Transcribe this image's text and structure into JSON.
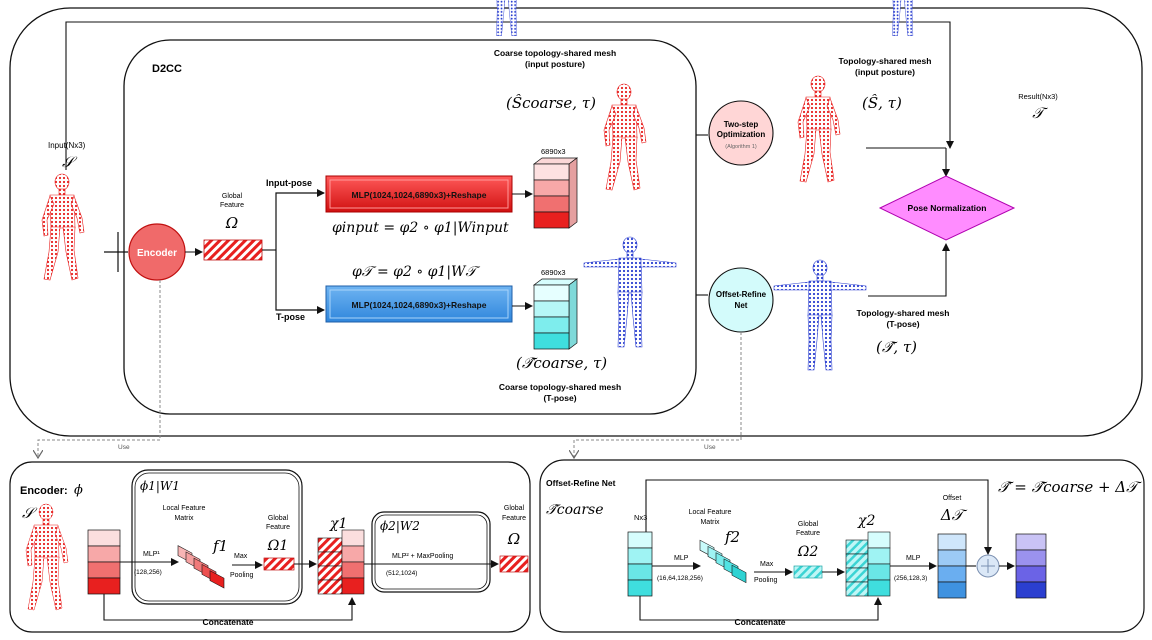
{
  "colors": {
    "red": "#e8201f",
    "red_light": "#f7b5b5",
    "blue": "#3f92e0",
    "blue_dark": "#2b3fd0",
    "cyan": "#50e3e3",
    "cyan_light": "#c8fbfb",
    "violet": "#6b63e6",
    "magenta": "#ff8cff"
  },
  "top": {
    "d2cc": "D2CC",
    "input_label": "Input(Nx3)",
    "input_symbol": "𝒮",
    "global_feature": [
      "Global",
      "Feature"
    ],
    "omega": "Ω",
    "encoder": "Encoder",
    "input_pose": "Input-pose",
    "t_pose": "T-pose",
    "mlp_input": "MLP(1024,1024,6890x3)+Reshape",
    "mlp_t": "MLP(1024,1024,6890x3)+Reshape",
    "phi_input": "φinput = φ2 ∘ φ1|Winput",
    "phi_t": "φ𝒯 = φ2 ∘ φ1|W𝒯",
    "size_a": "6890x3",
    "size_b": "6890x3",
    "coarse_input_title": [
      "Coarse topology-shared mesh",
      "(input posture)"
    ],
    "coarse_input_sym": "(Ŝcoarse, τ)",
    "coarse_t_sym": "(𝒯̂coarse, τ)",
    "coarse_t_title": [
      "Coarse topology-shared mesh",
      "(T-pose)"
    ],
    "two_step": [
      "Two-step",
      "Optimization"
    ],
    "algorithm": "(Algorithm 1)",
    "offset_refine": [
      "Offset-Refine",
      "Net"
    ],
    "ts_input_title": [
      "Topology-shared mesh",
      "(input posture)"
    ],
    "ts_input_sym": "(Ŝ, τ)",
    "ts_t_title": [
      "Topology-shared mesh",
      "(T-pose)"
    ],
    "ts_t_sym": "(𝒯̂, τ)",
    "result_label": "Result(Nx3)",
    "result_sym": "𝒯",
    "pose_norm": "Pose Normalization",
    "use_left": "Use",
    "use_right": "Use"
  },
  "encoder_panel": {
    "title": "Encoder:",
    "title_sym": "ϕ",
    "s_sym": "𝒮",
    "phi1": "ϕ1|W1",
    "local_feature": [
      "Local Feature",
      "Matrix"
    ],
    "f1": "f1",
    "mlp1": "MLP¹",
    "mlp1_dims": "(128,256)",
    "max_pooling": [
      "Max",
      "Pooling"
    ],
    "global_feature": [
      "Global",
      "Feature"
    ],
    "omega1": "Ω1",
    "chi1": "χ1",
    "phi2": "ϕ2|W2",
    "mlp2": "MLP² + MaxPooling",
    "mlp2_dims": "(512,1024)",
    "global_feature_out": [
      "Global",
      "Feature"
    ],
    "omega": "Ω",
    "concat": "Concatenate"
  },
  "offset_panel": {
    "title": "Offset-Refine Net",
    "t_coarse": "𝒯̂coarse",
    "nx3": "Nx3",
    "local_feature": [
      "Local Feature",
      "Matrix"
    ],
    "f2": "f2",
    "mlp": "MLP",
    "mlp_dims": "(16,64,128,256)",
    "max_pooling": [
      "Max",
      "Pooling"
    ],
    "global_feature": [
      "Global",
      "Feature"
    ],
    "omega2": "Ω2",
    "chi2": "χ2",
    "mlp2": "MLP",
    "mlp2_dims": "(256,128,3)",
    "offset": "Offset",
    "delta_t": "Δ𝒯",
    "equation": "𝒯̂ = 𝒯̂coarse + Δ𝒯",
    "concat": "Concatenate"
  }
}
